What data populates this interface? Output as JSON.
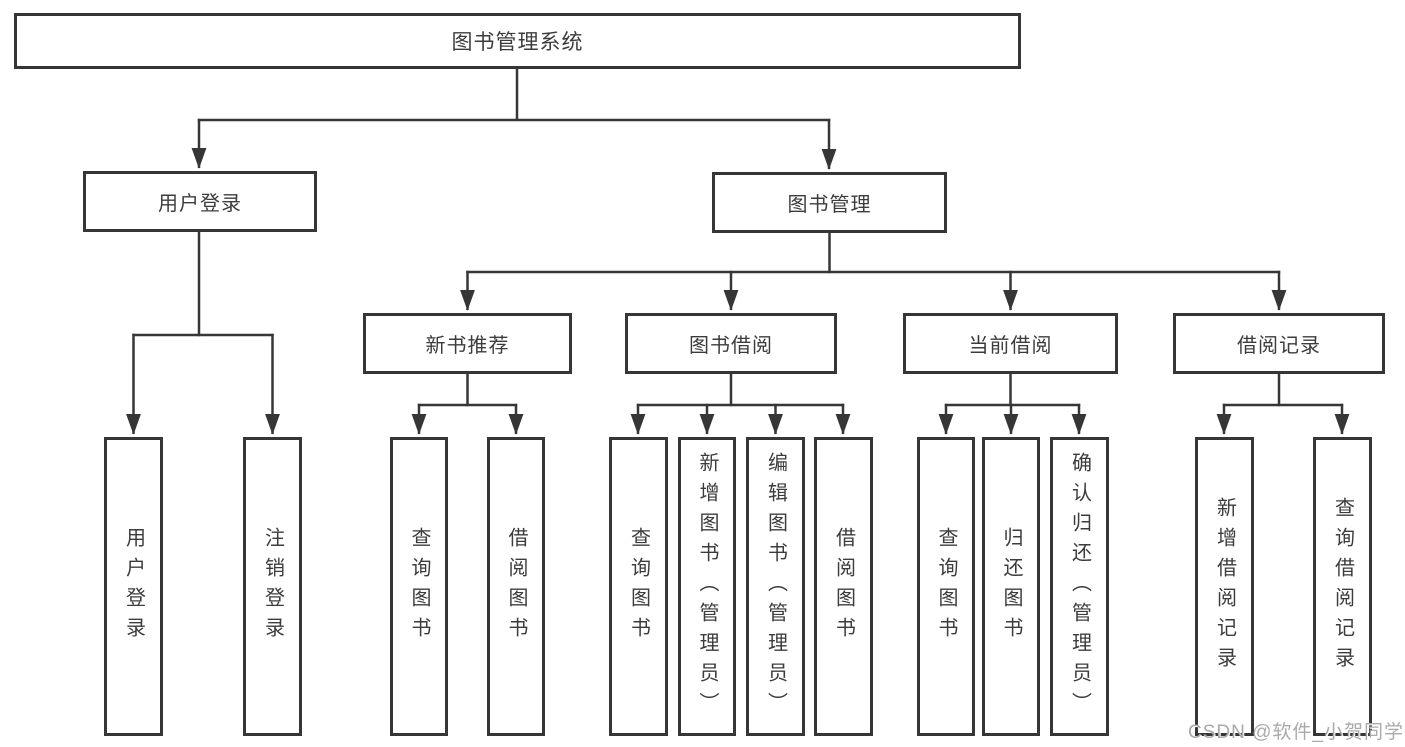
{
  "diagram_type": "functional-structure-tree",
  "tree": {
    "root": {
      "label": "图书管理系统"
    },
    "children": [
      {
        "label": "用户登录",
        "children": [
          {
            "label": "用户登录"
          },
          {
            "label": "注销登录"
          }
        ]
      },
      {
        "label": "图书管理",
        "children": [
          {
            "label": "新书推荐",
            "children": [
              {
                "label": "查询图书"
              },
              {
                "label": "借阅图书"
              }
            ]
          },
          {
            "label": "图书借阅",
            "children": [
              {
                "label": "查询图书"
              },
              {
                "label": "新增图书（管理员）"
              },
              {
                "label": "编辑图书（管理员）"
              },
              {
                "label": "借阅图书"
              }
            ]
          },
          {
            "label": "当前借阅",
            "children": [
              {
                "label": "查询图书"
              },
              {
                "label": "归还图书"
              },
              {
                "label": "确认归还（管理员）"
              }
            ]
          },
          {
            "label": "借阅记录",
            "children": [
              {
                "label": "新增借阅记录"
              },
              {
                "label": "查询借阅记录"
              }
            ]
          }
        ]
      }
    ]
  },
  "watermark": "CSDN @软件_小贺同学",
  "colors": {
    "line": "#363636",
    "box_border": "#363636",
    "text": "#3c3c3c",
    "watermark": "#aaaaaa",
    "background": "#ffffff"
  }
}
